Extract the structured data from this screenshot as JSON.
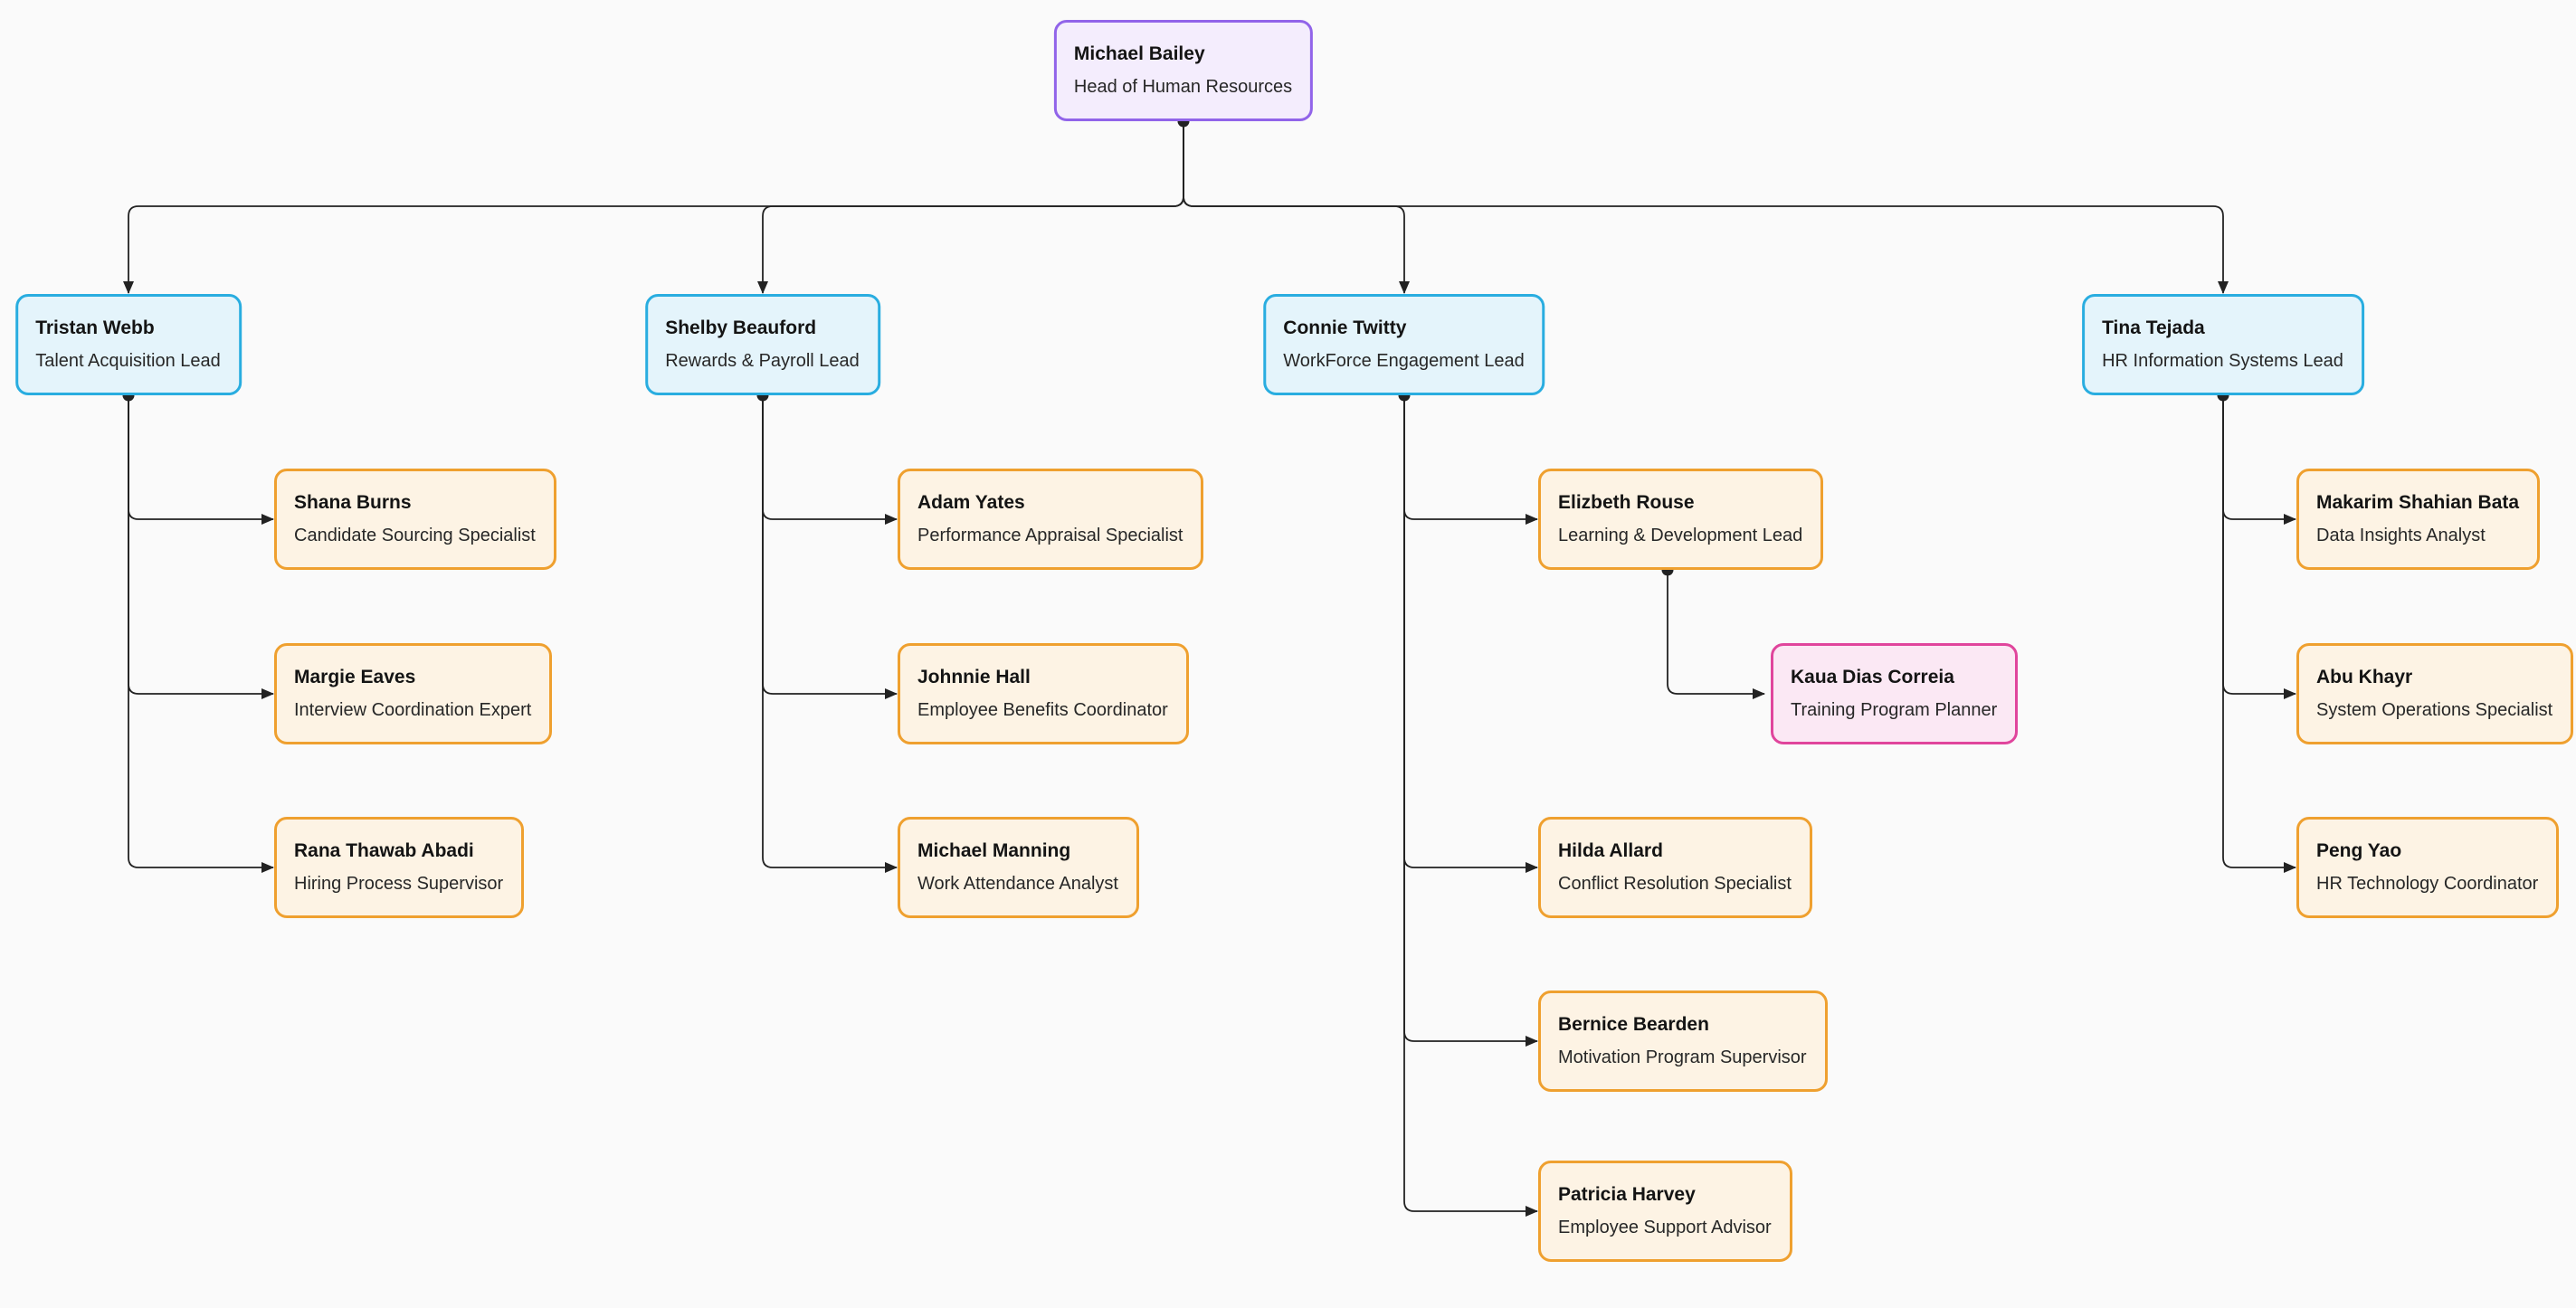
{
  "diagram": {
    "type": "org-chart",
    "canvas_background": "#fafafa",
    "edge_color": "#222222",
    "variants": {
      "root": {
        "background": "#f4edfd",
        "border": "#9164e9"
      },
      "lead": {
        "background": "#e4f4fb",
        "border": "#29ade0"
      },
      "member": {
        "background": "#fdf3e4",
        "border": "#efa02f"
      },
      "sub": {
        "background": "#fbe8f4",
        "border": "#e0459c"
      }
    },
    "nodes": [
      {
        "name": "Michael Bailey",
        "title": "Head of Human Resources",
        "variant": "root"
      },
      {
        "name": "Tristan Webb",
        "title": "Talent Acquisition Lead",
        "variant": "lead"
      },
      {
        "name": "Shelby Beauford",
        "title": "Rewards & Payroll Lead",
        "variant": "lead"
      },
      {
        "name": "Connie Twitty",
        "title": "WorkForce Engagement Lead",
        "variant": "lead"
      },
      {
        "name": "Tina Tejada",
        "title": "HR Information Systems Lead",
        "variant": "lead"
      },
      {
        "name": "Shana Burns",
        "title": "Candidate Sourcing Specialist",
        "variant": "member"
      },
      {
        "name": "Margie Eaves",
        "title": "Interview Coordination Expert",
        "variant": "member"
      },
      {
        "name": "Rana Thawab Abadi",
        "title": "Hiring Process Supervisor",
        "variant": "member"
      },
      {
        "name": "Adam Yates",
        "title": "Performance Appraisal Specialist",
        "variant": "member"
      },
      {
        "name": "Johnnie Hall",
        "title": "Employee Benefits Coordinator",
        "variant": "member"
      },
      {
        "name": "Michael Manning",
        "title": "Work Attendance Analyst",
        "variant": "member"
      },
      {
        "name": "Elizbeth Rouse",
        "title": "Learning & Development Lead",
        "variant": "member"
      },
      {
        "name": "Kaua Dias Correia",
        "title": "Training Program Planner",
        "variant": "sub"
      },
      {
        "name": "Hilda Allard",
        "title": "Conflict Resolution Specialist",
        "variant": "member"
      },
      {
        "name": "Bernice Bearden",
        "title": "Motivation Program Supervisor",
        "variant": "member"
      },
      {
        "name": "Patricia Harvey",
        "title": "Employee Support Advisor",
        "variant": "member"
      },
      {
        "name": "Makarim Shahian Bata",
        "title": "Data Insights Analyst",
        "variant": "member"
      },
      {
        "name": "Abu Khayr",
        "title": "System Operations Specialist",
        "variant": "member"
      },
      {
        "name": "Peng Yao",
        "title": "HR Technology Coordinator",
        "variant": "member"
      }
    ],
    "edges": [
      {
        "from": "Michael Bailey",
        "to": "Tristan Webb"
      },
      {
        "from": "Michael Bailey",
        "to": "Shelby Beauford"
      },
      {
        "from": "Michael Bailey",
        "to": "Connie Twitty"
      },
      {
        "from": "Michael Bailey",
        "to": "Tina Tejada"
      },
      {
        "from": "Tristan Webb",
        "to": "Shana Burns"
      },
      {
        "from": "Tristan Webb",
        "to": "Margie Eaves"
      },
      {
        "from": "Tristan Webb",
        "to": "Rana Thawab Abadi"
      },
      {
        "from": "Shelby Beauford",
        "to": "Adam Yates"
      },
      {
        "from": "Shelby Beauford",
        "to": "Johnnie Hall"
      },
      {
        "from": "Shelby Beauford",
        "to": "Michael Manning"
      },
      {
        "from": "Connie Twitty",
        "to": "Elizbeth Rouse"
      },
      {
        "from": "Connie Twitty",
        "to": "Hilda Allard"
      },
      {
        "from": "Connie Twitty",
        "to": "Bernice Bearden"
      },
      {
        "from": "Connie Twitty",
        "to": "Patricia Harvey"
      },
      {
        "from": "Elizbeth Rouse",
        "to": "Kaua Dias Correia"
      },
      {
        "from": "Tina Tejada",
        "to": "Makarim Shahian Bata"
      },
      {
        "from": "Tina Tejada",
        "to": "Abu Khayr"
      },
      {
        "from": "Tina Tejada",
        "to": "Peng Yao"
      }
    ]
  }
}
